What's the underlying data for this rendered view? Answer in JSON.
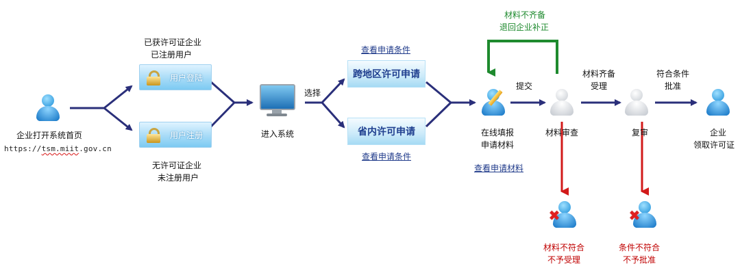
{
  "start": {
    "label": "企业打开系统首页",
    "url_prefix": "https://",
    "url_host": "tsm.miit",
    "url_suffix": ".gov.cn"
  },
  "licensed_group": {
    "line1": "已获许可证企业",
    "line2": "已注册用户",
    "button": "用户登陆"
  },
  "unlicensed_group": {
    "line1": "无许可证企业",
    "line2": "未注册用户",
    "button": "用户注册"
  },
  "system": {
    "label": "进入系统"
  },
  "choose": {
    "label": "选择"
  },
  "cross_region": {
    "button": "跨地区许可申请",
    "link": "查看申请条件"
  },
  "in_province": {
    "button": "省内许可申请",
    "link": "查看申请条件"
  },
  "fill_in": {
    "line1": "在线填报",
    "line2": "申请材料",
    "link": "查看申请材料"
  },
  "submit": {
    "label": "提交"
  },
  "incomplete": {
    "line1": "材料不齐备",
    "line2": "退回企业补正"
  },
  "review": {
    "label": "材料审查"
  },
  "accept": {
    "line1": "材料齐备",
    "line2": "受理"
  },
  "recheck": {
    "label": "复审"
  },
  "approve": {
    "line1": "符合条件",
    "line2": "批准"
  },
  "final": {
    "line1": "企业",
    "line2": "领取许可证"
  },
  "reject_material": {
    "line1": "材料不符合",
    "line2": "不予受理"
  },
  "reject_condition": {
    "line1": "条件不符合",
    "line2": "不予批准"
  },
  "colors": {
    "arrow": "#2a2f7a",
    "return_arrow": "#1e8a2e",
    "reject_arrow": "#d21a1a",
    "link": "#1f3a8a",
    "user_blue": "#1b8ed8",
    "button_blue": "#a7dbf7"
  },
  "icons": [
    "user-icon",
    "lock-icon",
    "register-icon",
    "monitor-icon",
    "pencil-icon",
    "reject-icon"
  ]
}
